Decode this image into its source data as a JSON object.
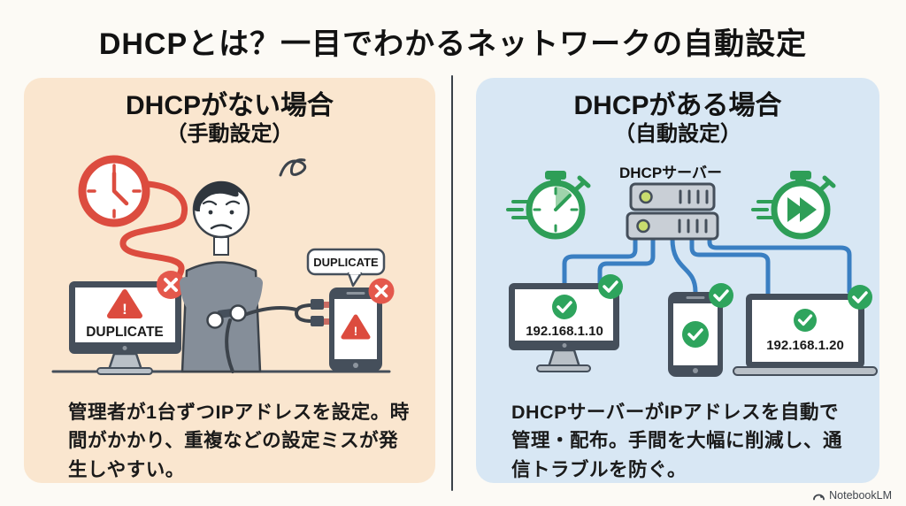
{
  "page": {
    "title": "DHCPとは？一目でわかるネットワークの自動設定",
    "watermark": "NotebookLM"
  },
  "left_panel": {
    "title": "DHCPがない場合",
    "subtitle": "（手動設定）",
    "description": "管理者が1台ずつIPアドレスを設定。時間がかかり、重複などの設定ミスが発生しやすい。",
    "monitor_error_label": "DUPLICATE",
    "bubble_label": "DUPLICATE"
  },
  "right_panel": {
    "title": "DHCPがある場合",
    "subtitle": "（自動設定）",
    "description": "DHCPサーバーがIPアドレスを自動で管理・配布。手間を大幅に削減し、通信トラブルを防ぐ。",
    "server_label": "DHCPサーバー",
    "monitor_ip": "192.168.1.10",
    "laptop_ip": "192.168.1.20"
  },
  "colors": {
    "page_bg": "#FCFAF5",
    "left_panel_bg": "#FAE6CF",
    "right_panel_bg": "#D8E7F4",
    "error_red": "#DC4C3F",
    "success_green": "#2EA45D",
    "cable_blue": "#3A7FC2",
    "device_dark": "#454F5B"
  }
}
